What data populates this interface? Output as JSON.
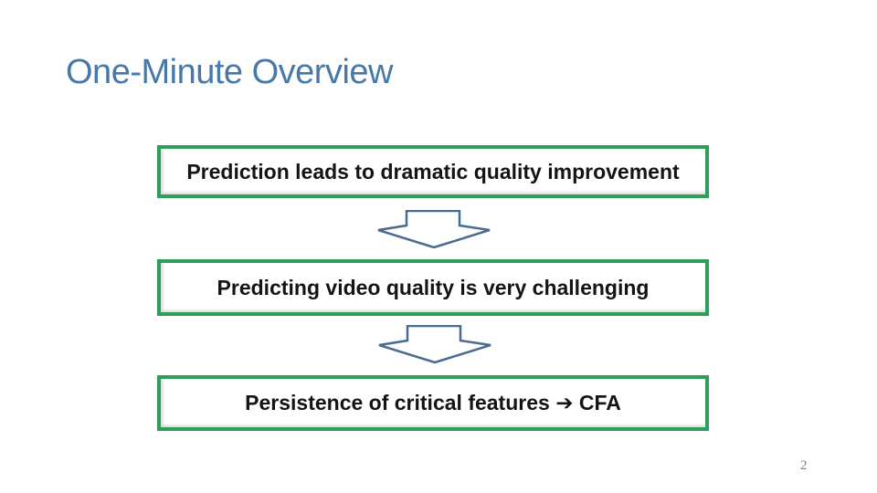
{
  "slide": {
    "title": "One-Minute Overview",
    "boxes": [
      {
        "label": "Prediction leads to dramatic quality improvement"
      },
      {
        "label": "Predicting video quality is very challenging"
      },
      {
        "label": "Persistence of critical features ➔ CFA"
      }
    ],
    "page_number": "2",
    "colors": {
      "background": "#FFFFFF",
      "title_text": "#4679A9",
      "box_border": "#2D9F5A",
      "box_text": "#141414",
      "arrow_outline": "#4A6B8F",
      "page_number_text": "#7F7F7F"
    },
    "icons": {
      "between_boxes": "down-arrow-icon",
      "inline_in_box_3": "right-arrow-glyph ➔"
    }
  }
}
